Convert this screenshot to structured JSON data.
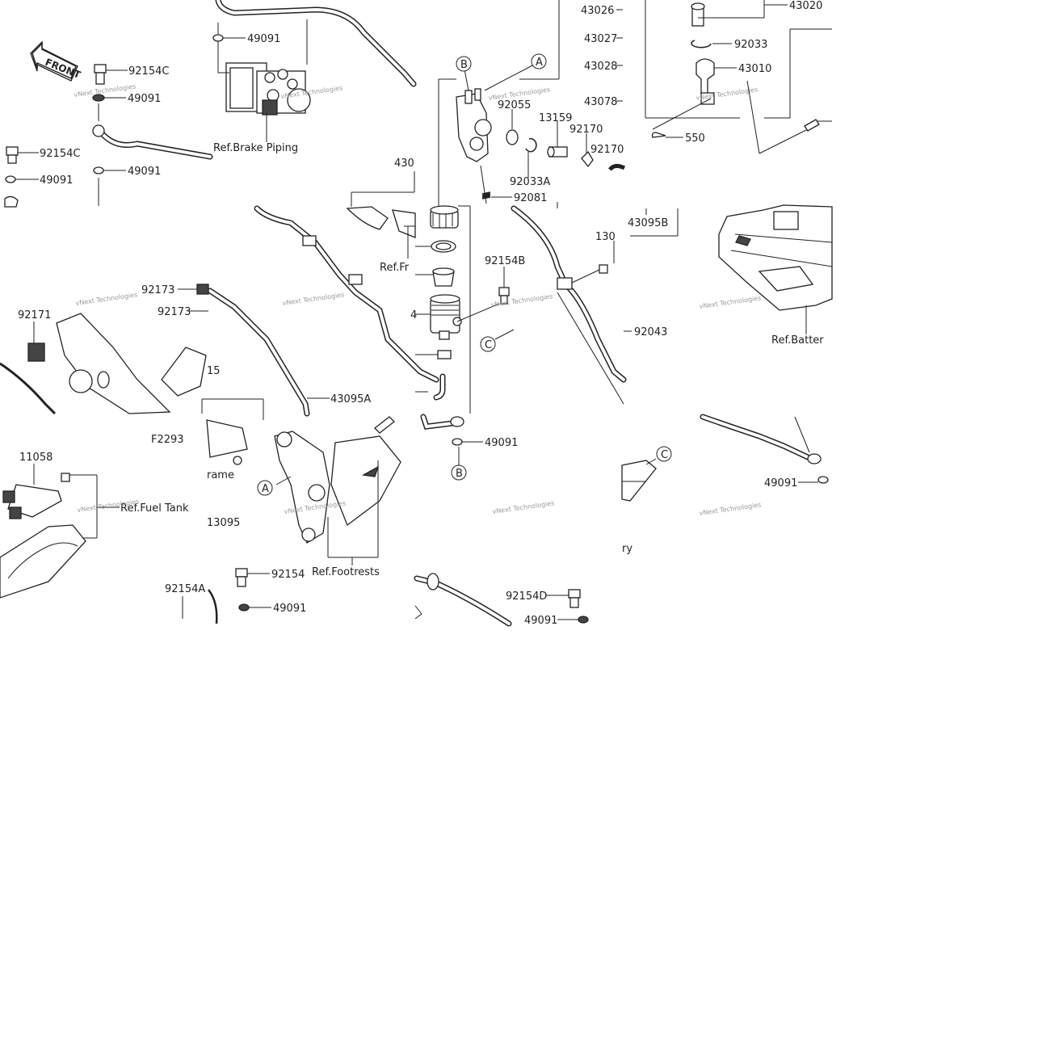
{
  "diagram": {
    "front_label": "FRONT",
    "letter_callouts": [
      "A",
      "B",
      "C"
    ],
    "watermark": "vNext Technologies",
    "part_labels": {
      "p92154C": "92154C",
      "p49091": "49091",
      "p43026": "43026",
      "p43020": "43020",
      "p43027": "43027",
      "p92033": "92033",
      "p43028": "43028",
      "p43010": "43010",
      "p43078": "43078",
      "p92055": "92055",
      "p13159": "13159",
      "p92170": "92170",
      "p550": "550",
      "p92033A": "92033A",
      "p430": "430",
      "p92081": "92081",
      "p43095B": "43095B",
      "p130": "130",
      "p92154B": "92154B",
      "p92173": "92173",
      "p92171": "92171",
      "p92043": "92043",
      "p15": "15",
      "p43095A": "43095A",
      "pF2293": "F2293",
      "p11058": "11058",
      "p13095": "13095",
      "p92154": "92154",
      "p92154A": "92154A",
      "p92154D": "92154D",
      "p4": "4"
    },
    "ref_labels": {
      "brake_piping": "Ref.Brake Piping",
      "fr_partial": "Ref.Fr",
      "battery_partial": "Ref.Batter",
      "fuel_tank": "Ref.Fuel Tank",
      "frame_partial": "rame",
      "footrests": "Ref.Footrests",
      "battery_tail": "ry"
    }
  }
}
